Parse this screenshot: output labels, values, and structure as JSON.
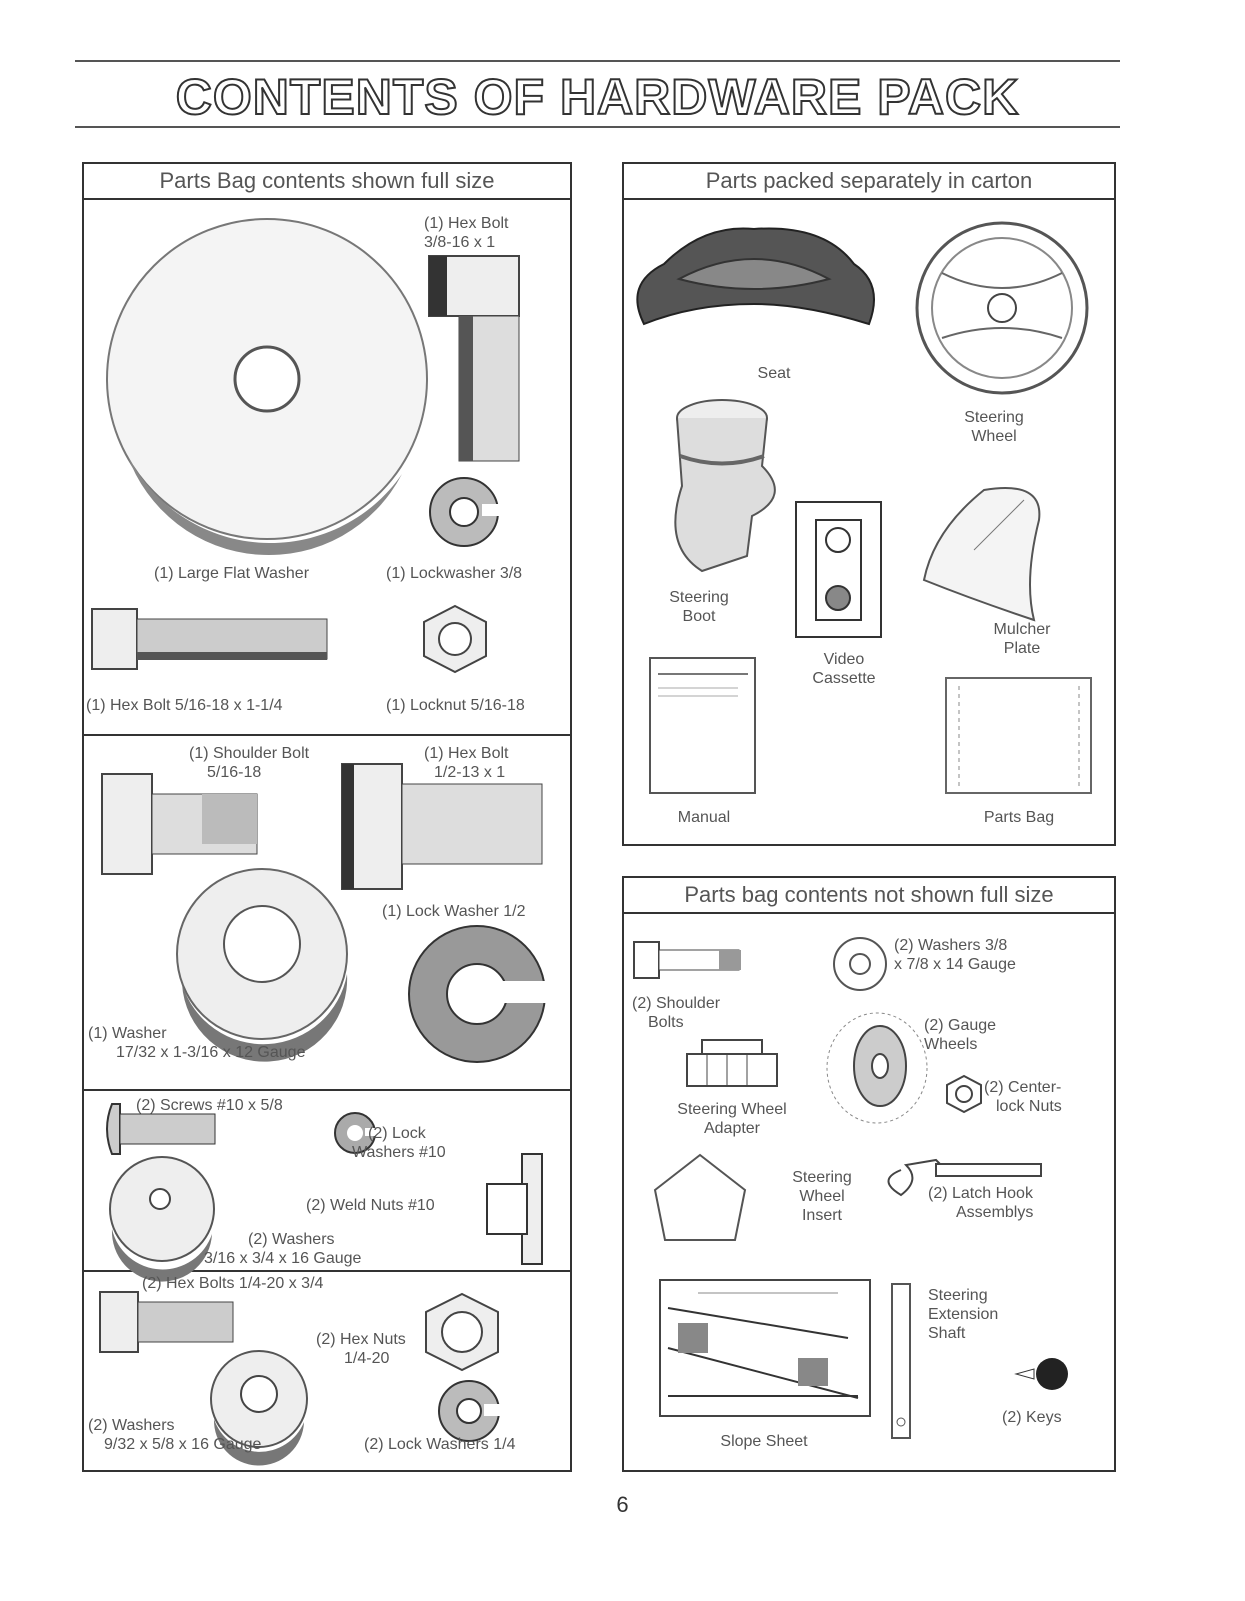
{
  "page": {
    "title": "CONTENTS OF HARDWARE PACK",
    "page_number": "6"
  },
  "left_panel": {
    "header": "Parts Bag contents shown full size",
    "items": {
      "hex_bolt_38": [
        "(1) Hex Bolt",
        "3/8-16 x 1"
      ],
      "large_flat_washer": "(1) Large Flat Washer",
      "lockwasher_38": "(1) Lockwasher 3/8",
      "hex_bolt_516": "(1) Hex Bolt 5/16-18 x 1-1/4",
      "locknut_516": "(1) Locknut 5/16-18",
      "shoulder_bolt": [
        "(1) Shoulder Bolt",
        "5/16-18"
      ],
      "hex_bolt_12": [
        "(1) Hex Bolt",
        "1/2-13 x 1"
      ],
      "lock_washer_12": "(1) Lock Washer 1/2",
      "washer_1732": [
        "(1) Washer",
        "17/32 x 1-3/16 x 12 Gauge"
      ],
      "screws_10": "(2) Screws #10 x 5/8",
      "lock_washers_10": [
        "(2) Lock",
        "Washers #10"
      ],
      "weld_nuts_10": "(2) Weld Nuts #10",
      "washers_316": [
        "(2) Washers",
        "3/16 x 3/4 x 16 Gauge"
      ],
      "hex_bolts_14": "(2) Hex Bolts 1/4-20 x 3/4",
      "hex_nuts_14": [
        "(2) Hex Nuts",
        "1/4-20"
      ],
      "washers_932": [
        "(2) Washers",
        "9/32 x 5/8 x 16 Gauge"
      ],
      "lock_washers_14": "(2) Lock Washers 1/4"
    }
  },
  "right_top_panel": {
    "header": "Parts packed separately in carton",
    "items": {
      "seat": "Seat",
      "steering_wheel": [
        "Steering",
        "Wheel"
      ],
      "steering_boot": [
        "Steering",
        "Boot"
      ],
      "video_cassette": [
        "Video",
        "Cassette"
      ],
      "mulcher_plate": [
        "Mulcher",
        "Plate"
      ],
      "manual": "Manual",
      "parts_bag": "Parts Bag"
    }
  },
  "right_bottom_panel": {
    "header": "Parts bag contents not shown full size",
    "items": {
      "shoulder_bolts": [
        "(2) Shoulder",
        "Bolts"
      ],
      "washers_38": [
        "(2) Washers 3/8",
        "x 7/8 x 14 Gauge"
      ],
      "gauge_wheels": [
        "(2) Gauge",
        "Wheels"
      ],
      "steering_wheel_adapter": [
        "Steering Wheel",
        "Adapter"
      ],
      "center_lock_nuts": [
        "(2) Center-",
        "lock Nuts"
      ],
      "steering_wheel_insert": [
        "Steering",
        "Wheel",
        "Insert"
      ],
      "latch_hook_assemblys": [
        "(2) Latch Hook",
        "Assemblys"
      ],
      "slope_sheet": "Slope Sheet",
      "steering_extension_shaft": [
        "Steering",
        "Extension",
        "Shaft"
      ],
      "keys": "(2) Keys"
    }
  }
}
